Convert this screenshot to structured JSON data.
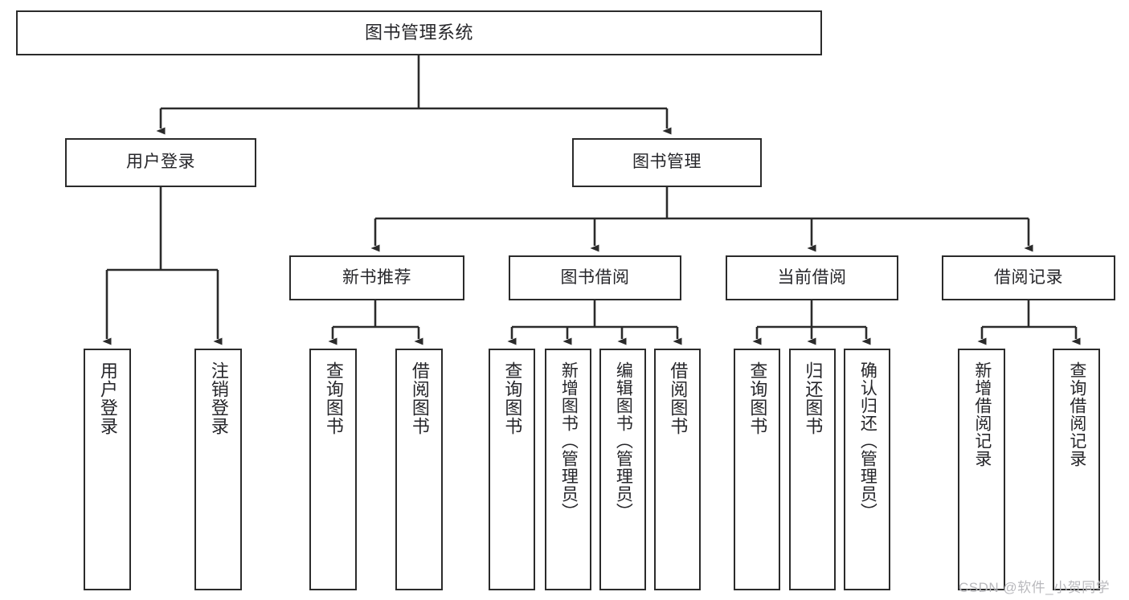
{
  "diagram": {
    "title": "图书管理系统",
    "type": "tree-hierarchy-chart",
    "stroke_color": "#2b2b2b",
    "text_color": "#26262a",
    "background": "#ffffff"
  },
  "nodes": {
    "root": {
      "label": "图书管理系统"
    },
    "level1": [
      {
        "id": "user-login",
        "label": "用户登录"
      },
      {
        "id": "book-management",
        "label": "图书管理"
      }
    ],
    "level2": [
      {
        "id": "new-book-recommend",
        "label": "新书推荐"
      },
      {
        "id": "book-borrow",
        "label": "图书借阅"
      },
      {
        "id": "current-borrow",
        "label": "当前借阅"
      },
      {
        "id": "borrow-record",
        "label": "借阅记录"
      }
    ],
    "leaves": {
      "user-login": [
        {
          "id": "leaf-user-login",
          "label": "用户登录"
        },
        {
          "id": "leaf-logout-login",
          "label": "注销登录"
        }
      ],
      "new-book-recommend": [
        {
          "id": "leaf-query-book-1",
          "label": "查询图书"
        },
        {
          "id": "leaf-borrow-book-1",
          "label": "借阅图书"
        }
      ],
      "book-borrow": [
        {
          "id": "leaf-query-book-2",
          "label": "查询图书"
        },
        {
          "id": "leaf-add-book",
          "label": "新增图书（管理员）"
        },
        {
          "id": "leaf-edit-book",
          "label": "编辑图书（管理员）"
        },
        {
          "id": "leaf-borrow-book-2",
          "label": "借阅图书"
        }
      ],
      "current-borrow": [
        {
          "id": "leaf-query-book-3",
          "label": "查询图书"
        },
        {
          "id": "leaf-return-book",
          "label": "归还图书"
        },
        {
          "id": "leaf-confirm-return",
          "label": "确认归还（管理员）"
        }
      ],
      "borrow-record": [
        {
          "id": "leaf-add-record",
          "label": "新增借阅记录"
        },
        {
          "id": "leaf-query-record",
          "label": "查询借阅记录"
        }
      ]
    }
  },
  "watermark": {
    "text": "CSDN @软件_小贺同学"
  }
}
